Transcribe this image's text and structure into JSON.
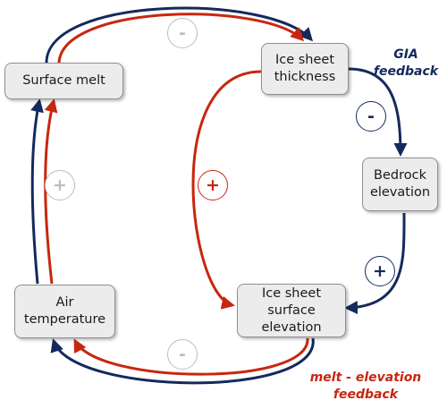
{
  "nodes": {
    "surface_melt": "Surface melt",
    "ice_thickness": "Ice sheet\nthickness",
    "bedrock": "Bedrock\nelevation",
    "air_temp": "Air\ntemperature",
    "surface_elevation": "Ice sheet\nsurface elevation"
  },
  "signs": {
    "melt_to_thickness": "-",
    "thickness_to_bedrock": "-",
    "thickness_to_elevation": "+",
    "bedrock_to_elevation": "+",
    "elevation_to_air": "-",
    "air_to_melt": "+"
  },
  "feedback_labels": {
    "gia": "GIA\nfeedback",
    "melt_elevation": "melt - elevation\nfeedback"
  },
  "colors": {
    "red": "#c8260f",
    "navy": "#142a5c",
    "grey": "#bdbdbd",
    "box_fill": "#ececec",
    "box_border": "#8f8f8f"
  }
}
